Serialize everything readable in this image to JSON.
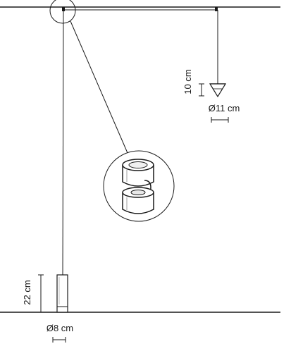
{
  "diagram": {
    "labels": {
      "cone_height": "10 cm",
      "cone_diameter": "Ø11 cm",
      "tube_height": "22 cm",
      "tube_diameter": "Ø8 cm"
    },
    "colors": {
      "line": "#1a1a1a",
      "detail_fill": "#ffffff"
    }
  }
}
